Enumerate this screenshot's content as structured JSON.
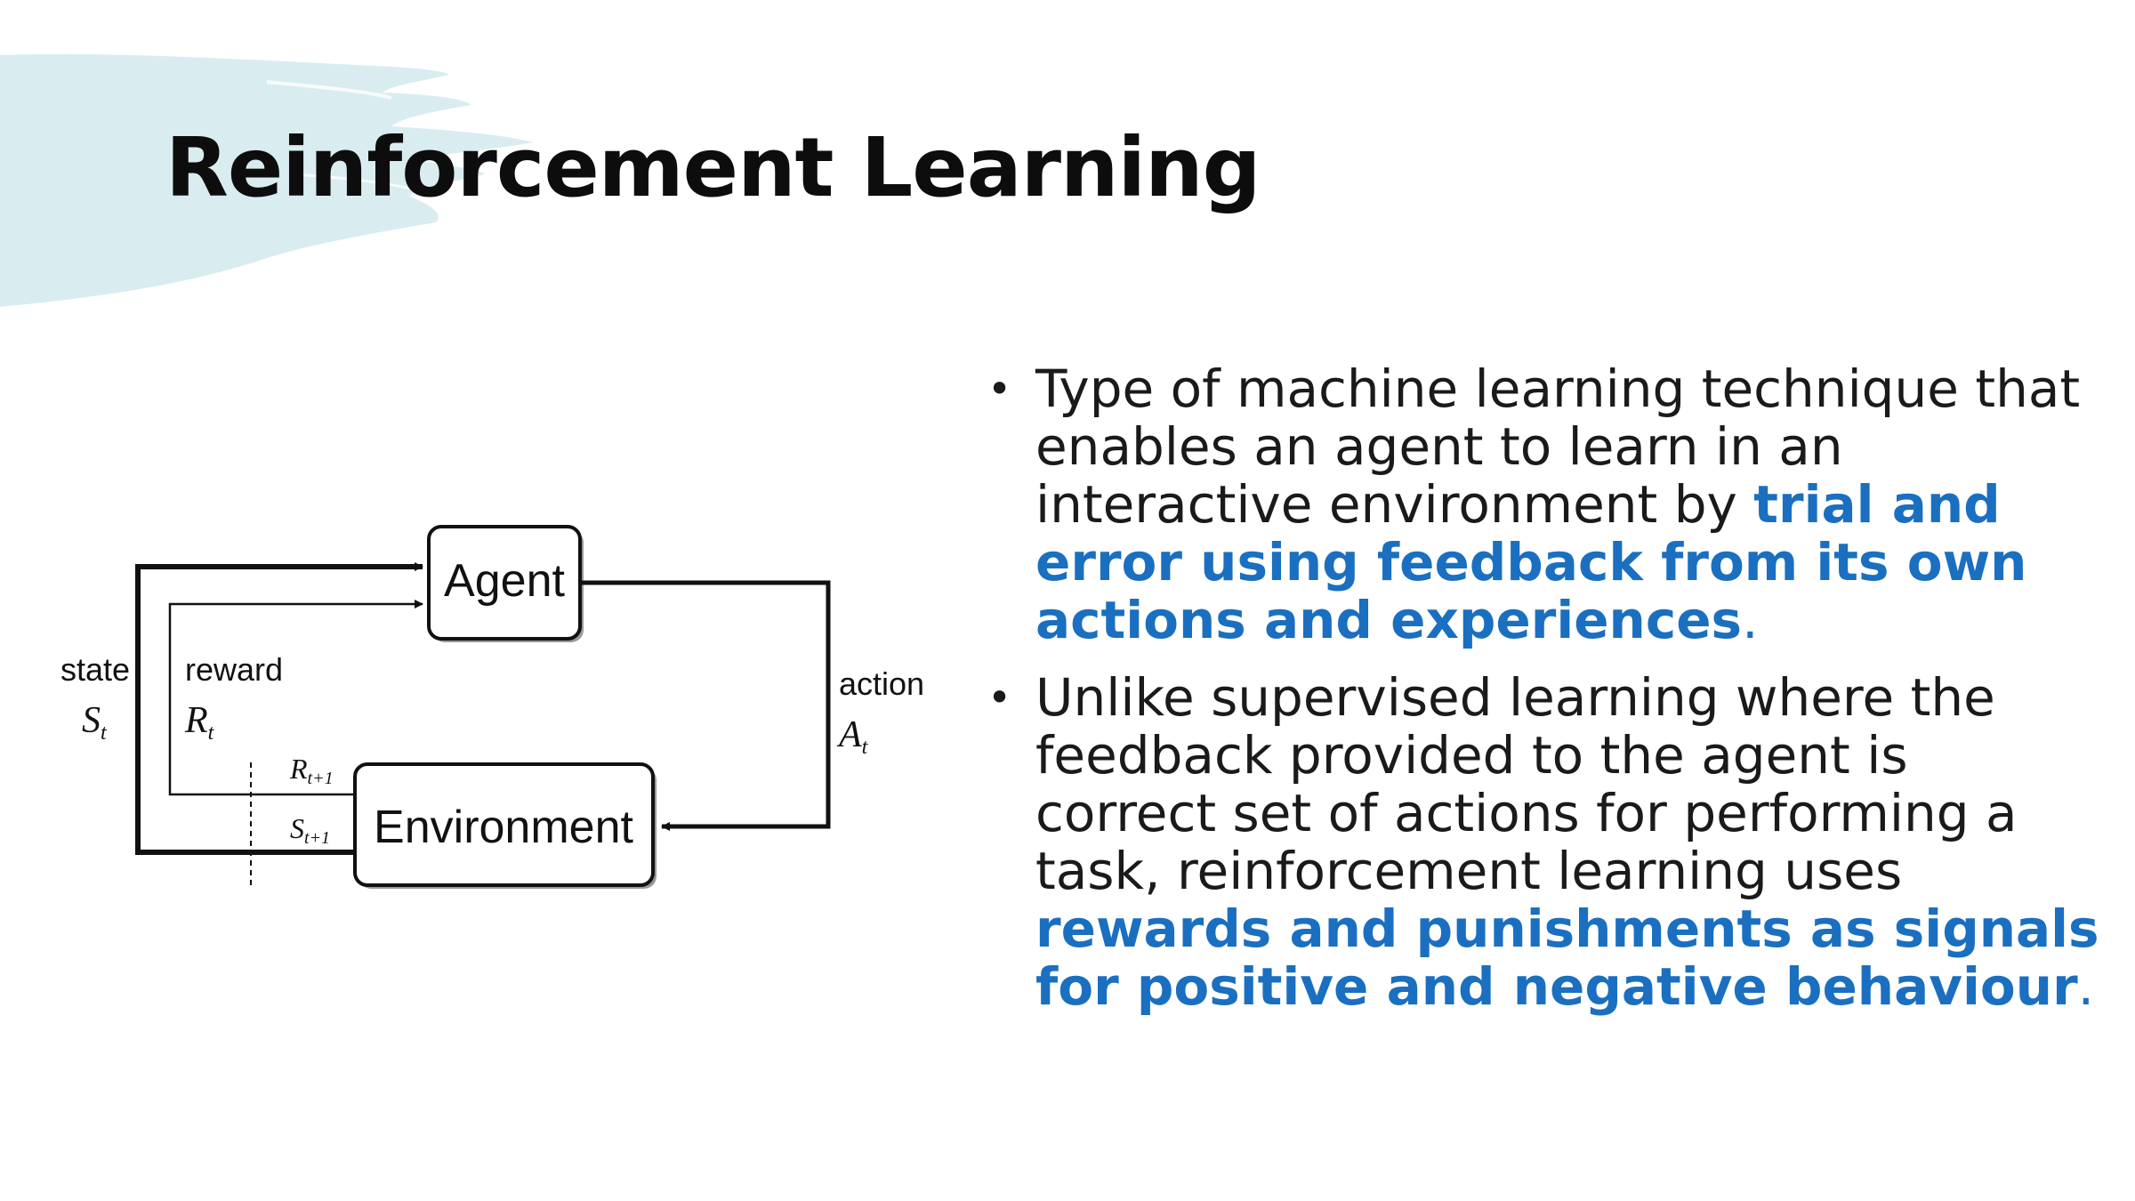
{
  "slide": {
    "title": "Reinforcement Learning",
    "accent_color": "#1a6fc0",
    "brush_color": "#d9ecf0"
  },
  "diagram": {
    "agent_label": "Agent",
    "environment_label": "Environment",
    "state_label": "state",
    "state_symbol": "S",
    "state_subscript": "t",
    "reward_label": "reward",
    "reward_symbol": "R",
    "reward_subscript": "t",
    "action_label": "action",
    "action_symbol": "A",
    "action_subscript": "t",
    "next_reward_symbol": "R",
    "next_reward_subscript": "t+1",
    "next_state_symbol": "S",
    "next_state_subscript": "t+1"
  },
  "bullets": [
    {
      "marker": "•",
      "text_before": "Type of machine learning technique that enables an agent to learn in an interactive environment by ",
      "highlight": "trial and error using feedback from its own actions and experiences",
      "text_after": "."
    },
    {
      "marker": "•",
      "text_before": "Unlike supervised learning where the feedback provided to the agent is correct set of actions for performing a task, reinforcement learning uses ",
      "highlight": "rewards and punishments as signals for positive and negative behaviour",
      "text_after": "."
    }
  ]
}
